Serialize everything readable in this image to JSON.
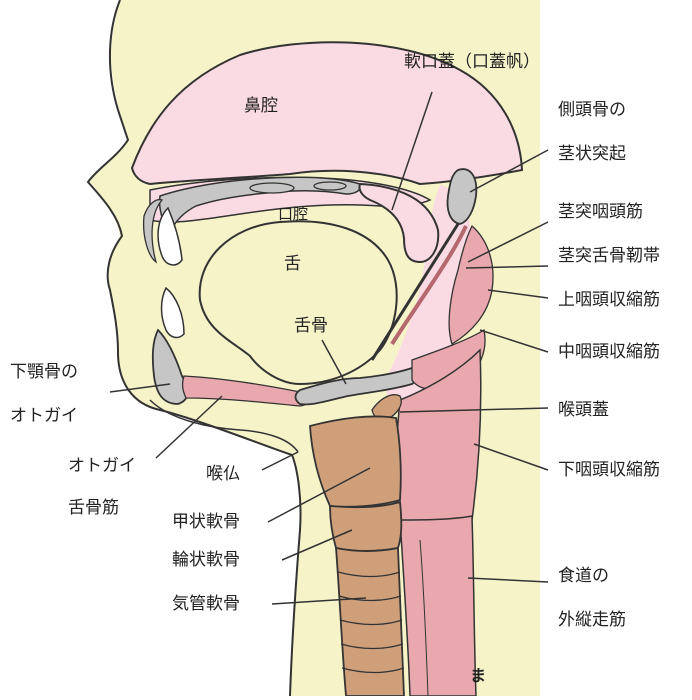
{
  "labels": {
    "nasal_cavity": "鼻腔",
    "oral_cavity": "口腔",
    "tongue": "舌",
    "hyoid": "舌骨",
    "soft_palate": "軟口蓋（口蓋帆）",
    "temporal_1": "側頭骨の",
    "temporal_2": "茎状突起",
    "stylopharyngeus": "茎突咽頭筋",
    "stylohyoid_lig": "茎突舌骨靭帯",
    "sup_constrictor": "上咽頭収縮筋",
    "mid_constrictor": "中咽頭収縮筋",
    "epiglottis": "喉頭蓋",
    "inf_constrictor": "下咽頭収縮筋",
    "esophagus_1": "食道の",
    "esophagus_2": "外縦走筋",
    "mandible_1": "下顎骨の",
    "mandible_2": "オトガイ",
    "geniohyoid_1": "オトガイ",
    "geniohyoid_2": "舌骨筋",
    "adams_apple": "喉仏",
    "thyroid_cart": "甲状軟骨",
    "cricoid_cart": "輪状軟骨",
    "tracheal_cart": "気管軟骨",
    "signature": "ま"
  },
  "colors": {
    "background": "#ffffff",
    "pale_yellow": "#f6f3c9",
    "pink_cavity": "#fadbe3",
    "bone_gray": "#c6c6c6",
    "muscle_pink": "#e9a8ad",
    "cartilage_tan": "#cf9f7a",
    "outline": "#333333"
  }
}
